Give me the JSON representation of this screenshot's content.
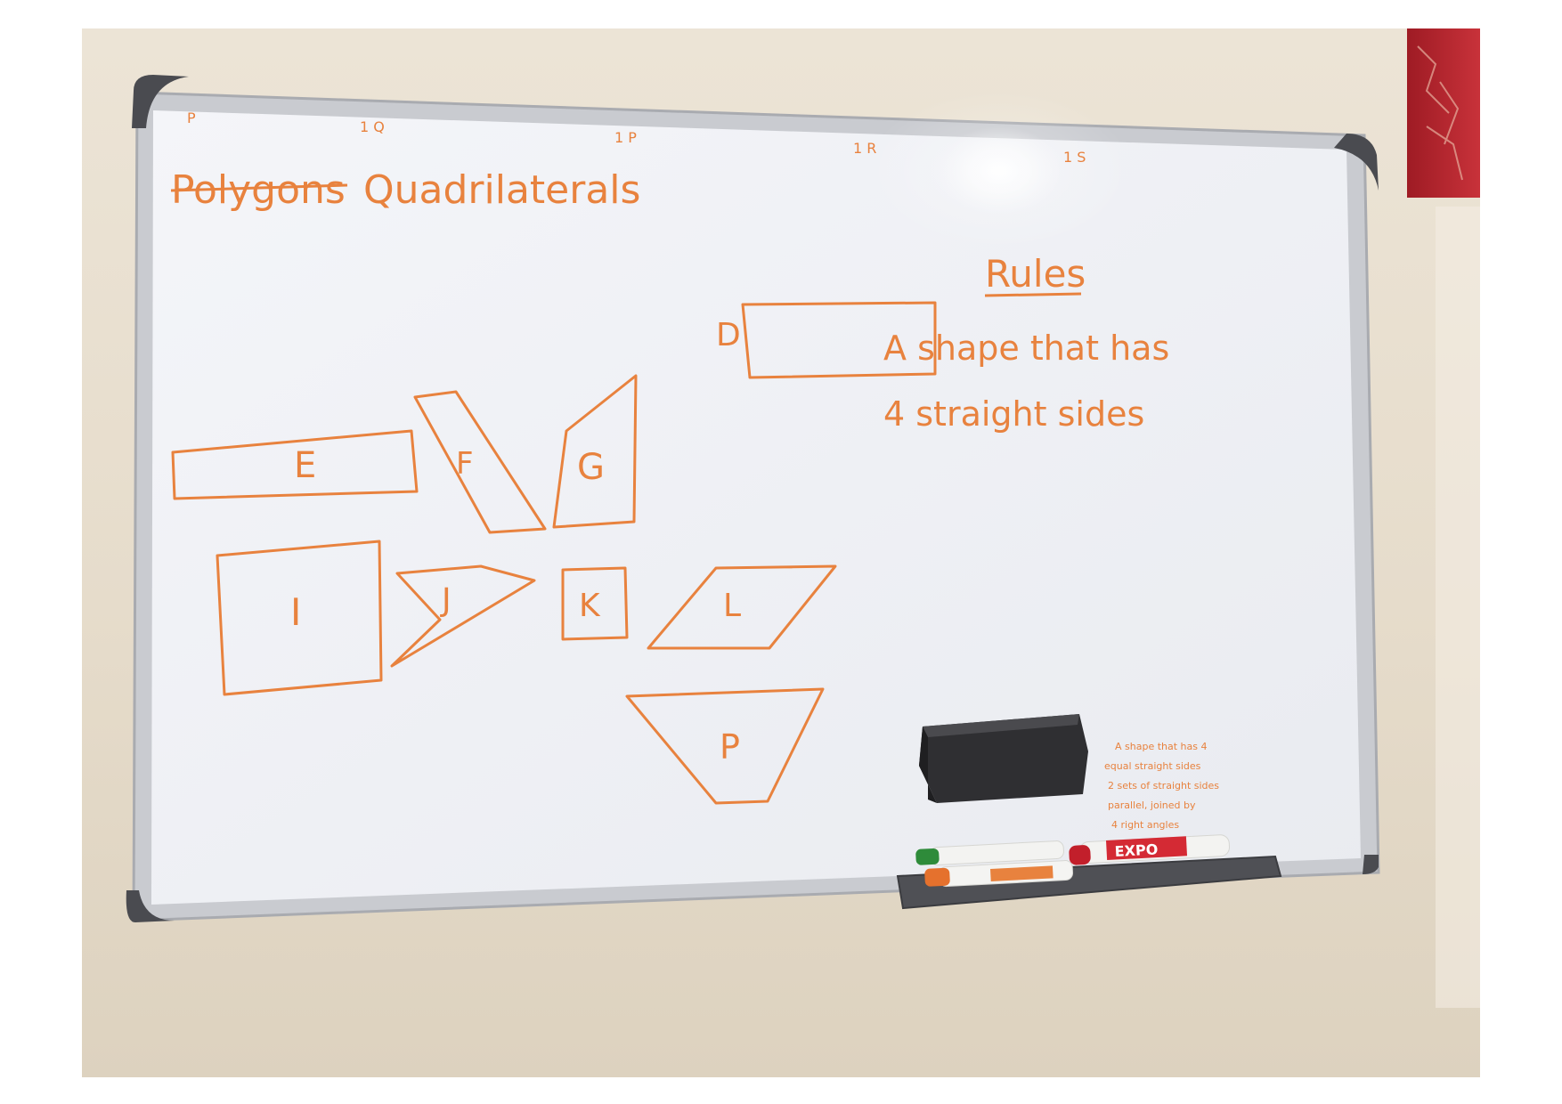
{
  "board": {
    "title_struck": "Polygons",
    "title": "Quadrilaterals",
    "top_labels": [
      "P",
      "1 Q",
      "1 P",
      "1 R",
      "1 S"
    ],
    "rules_heading": "Rules",
    "rule_line_1": "A shape that has",
    "rule_line_2": "4 straight sides",
    "shapes": [
      {
        "letter": "D"
      },
      {
        "letter": "E"
      },
      {
        "letter": "F"
      },
      {
        "letter": "G"
      },
      {
        "letter": "I"
      },
      {
        "letter": "J"
      },
      {
        "letter": "K"
      },
      {
        "letter": "L"
      },
      {
        "letter": "P"
      }
    ],
    "small_note": [
      "A shape that has 4",
      "equal straight sides",
      "2 sets of straight sides",
      "parallel, joined by",
      "4 right angles"
    ]
  },
  "markers": {
    "brand": "EXPO"
  },
  "colors": {
    "ink": "#e8823e",
    "board_surface": "#f2f3f7",
    "frame": "#c9cbd0",
    "wall": "#e8dfcf",
    "eraser": "#3a3a3c",
    "curtain": "#b3242c"
  }
}
